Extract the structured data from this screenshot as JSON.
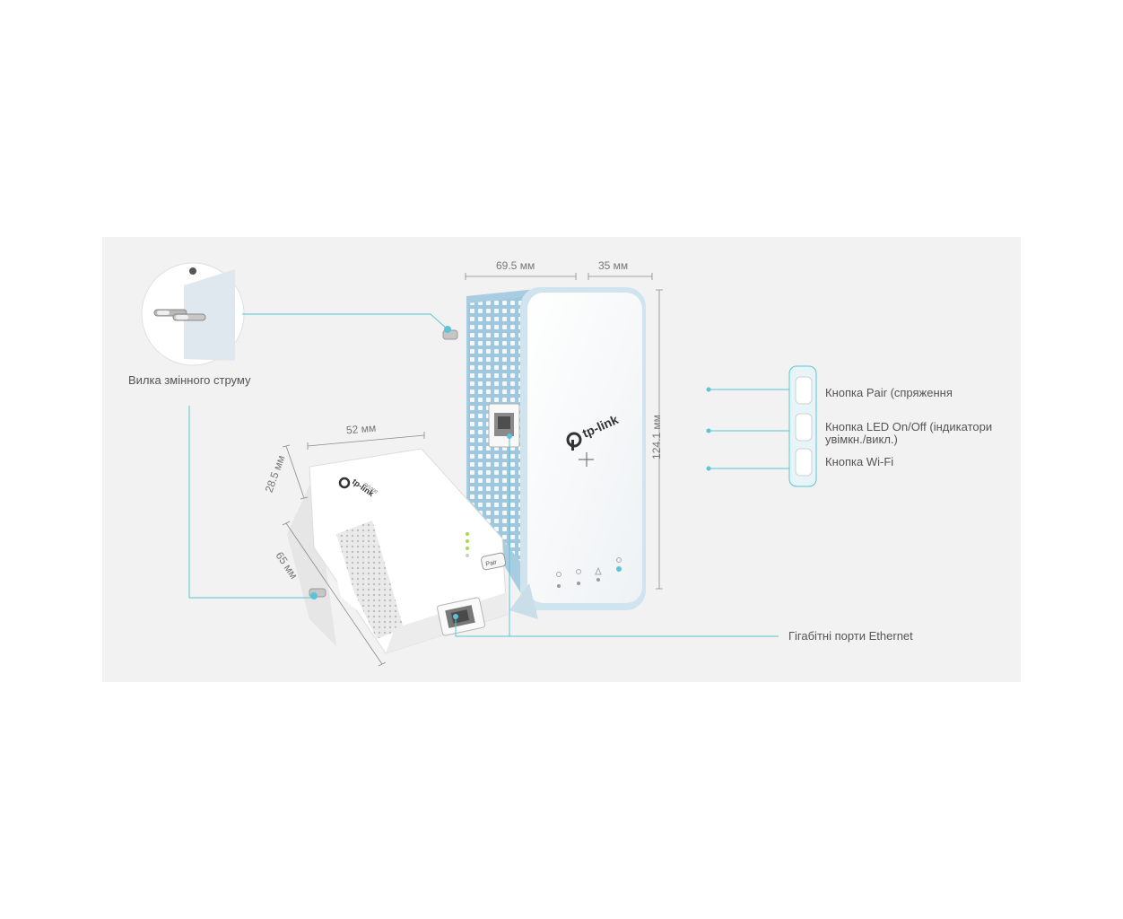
{
  "labels": {
    "ac_plug": "Вилка змінного струму",
    "pair_button": "Кнопка Pair (спряження",
    "led_button_line1": "Кнопка LED On/Off (індикатори",
    "led_button_line2": "увімкн./викл.)",
    "wifi_button": "Кнопка Wi-Fi",
    "ethernet_ports": "Гігабітні порти Ethernet"
  },
  "dimensions": {
    "large_width": "69.5 мм",
    "large_depth": "35 мм",
    "large_height": "124.1 мм",
    "small_width": "52 мм",
    "small_depth": "28.5 мм",
    "small_height": "65 мм"
  },
  "device": {
    "brand": "tp-link",
    "small_model": "AV1000",
    "small_button": "Pair"
  },
  "colors": {
    "accent": "#5bc4d6",
    "panel": "#f2f2f2",
    "device_body": "#ffffff",
    "device_side": "#a9cde0"
  }
}
